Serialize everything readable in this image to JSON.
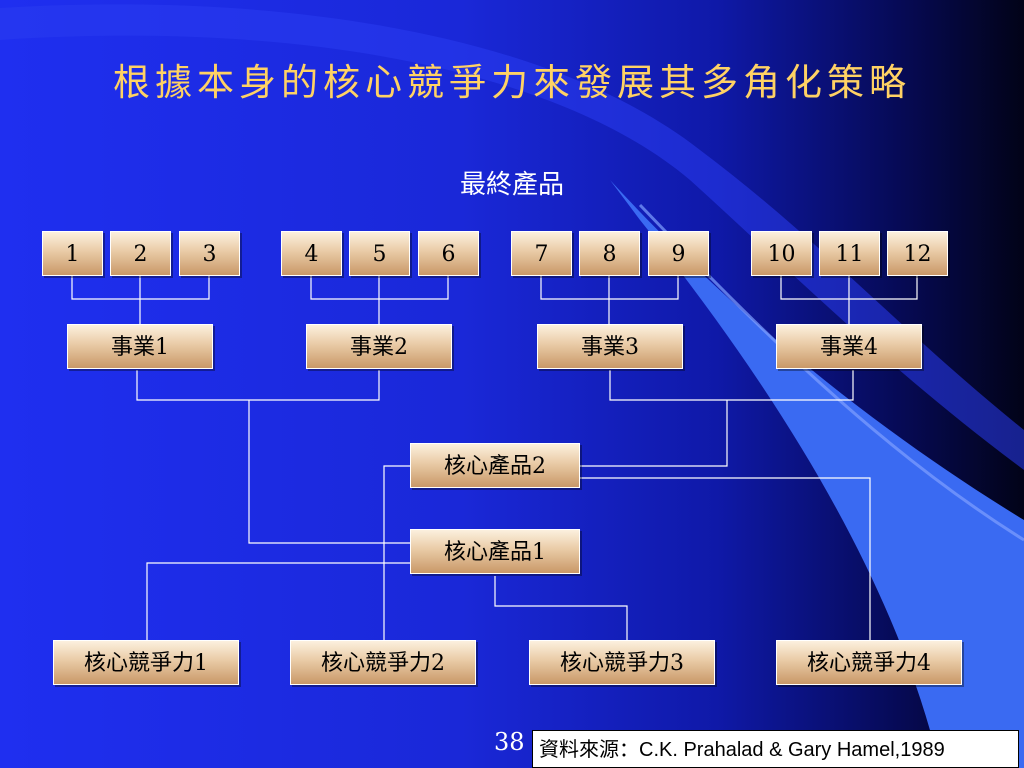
{
  "slide": {
    "title": "根據本身的核心競爭力來發展其多角化策略",
    "subtitle": "最終產品",
    "page_number": "38",
    "source_label": "資料來源：",
    "source_text": "C.K. Prahalad & Gary Hamel,1989"
  },
  "end_products": [
    "1",
    "2",
    "3",
    "4",
    "5",
    "6",
    "7",
    "8",
    "9",
    "10",
    "11",
    "12"
  ],
  "businesses": [
    "事業1",
    "事業2",
    "事業3",
    "事業4"
  ],
  "core_products": [
    "核心產品2",
    "核心產品1"
  ],
  "core_competencies": [
    "核心競爭力1",
    "核心競爭力2",
    "核心競爭力3",
    "核心競爭力4"
  ],
  "colors": {
    "title": "#ffd264",
    "box_top": "#fcf0de",
    "box_bottom": "#c99868",
    "connector": "#ffffff",
    "background_left": "#1f2ff0",
    "background_right": "#020318"
  }
}
